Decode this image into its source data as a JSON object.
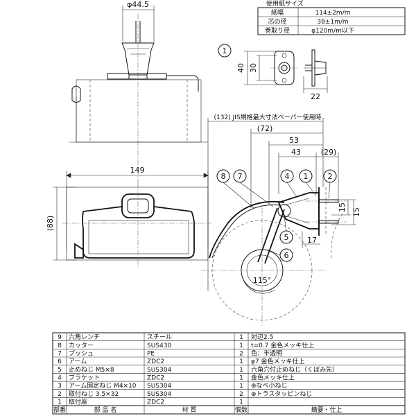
{
  "paper_spec": {
    "title": "使用紙サイズ",
    "rows": [
      {
        "label": "紙幅",
        "value": "114±2m/m"
      },
      {
        "label": "芯の径",
        "value": "38±1m/m"
      },
      {
        "label": "巻取り径",
        "value": "φ120m/m以下"
      }
    ]
  },
  "dimensions": {
    "top_diameter": "φ44.5",
    "side_40": "40",
    "side_30": "30",
    "side_22": "22",
    "width_149": "149",
    "height_88": "(88)",
    "dim_132": "(132) JIS規格最大寸法ペーパー使用時",
    "dim_72": "(72)",
    "dim_53": "53",
    "dim_43": "43",
    "dim_29": "(29)",
    "dim_15a": "15",
    "dim_15b": "15",
    "dim_17": "17",
    "angle": "115°"
  },
  "callouts": {
    "c1": "1",
    "c1b": "1",
    "c2": "2",
    "c4": "4",
    "c5": "5",
    "c6": "6",
    "c7": "7",
    "c8": "8"
  },
  "parts": [
    {
      "no": "9",
      "name": "六角レンチ",
      "material": "スチール",
      "qty": "1",
      "note": "対辺2.5"
    },
    {
      "no": "8",
      "name": "カッター",
      "material": "SUS430",
      "qty": "1",
      "note": "t=0.7 金色メッキ仕上"
    },
    {
      "no": "7",
      "name": "ブッシュ",
      "material": "PE",
      "qty": "2",
      "note": "色：半透明"
    },
    {
      "no": "6",
      "name": "アーム",
      "material": "ZDC2",
      "qty": "1",
      "note": "φ7 金色メッキ仕上"
    },
    {
      "no": "5",
      "name": "止めねじ M5×8",
      "material": "SUS304",
      "qty": "1",
      "note": "六角穴付止めねじ（くぼみ先）"
    },
    {
      "no": "4",
      "name": "ブラケット",
      "material": "ZDC2",
      "qty": "1",
      "note": "金色メッキ仕上"
    },
    {
      "no": "3",
      "name": "アーム固定ねじ M4×10",
      "material": "SUS304",
      "qty": "1",
      "note": "⊕なべ小ねじ"
    },
    {
      "no": "2",
      "name": "取付ねじ 3.5×32",
      "material": "SUS304",
      "qty": "2",
      "note": "⊕トラスタッピンねじ"
    },
    {
      "no": "1",
      "name": "取付座",
      "material": "ZDC2",
      "qty": "1",
      "note": ""
    }
  ],
  "table_headers": {
    "no": "部番",
    "name": "部 品 名",
    "material": "材 質",
    "qty": "個数",
    "note": "摘要・仕上"
  }
}
